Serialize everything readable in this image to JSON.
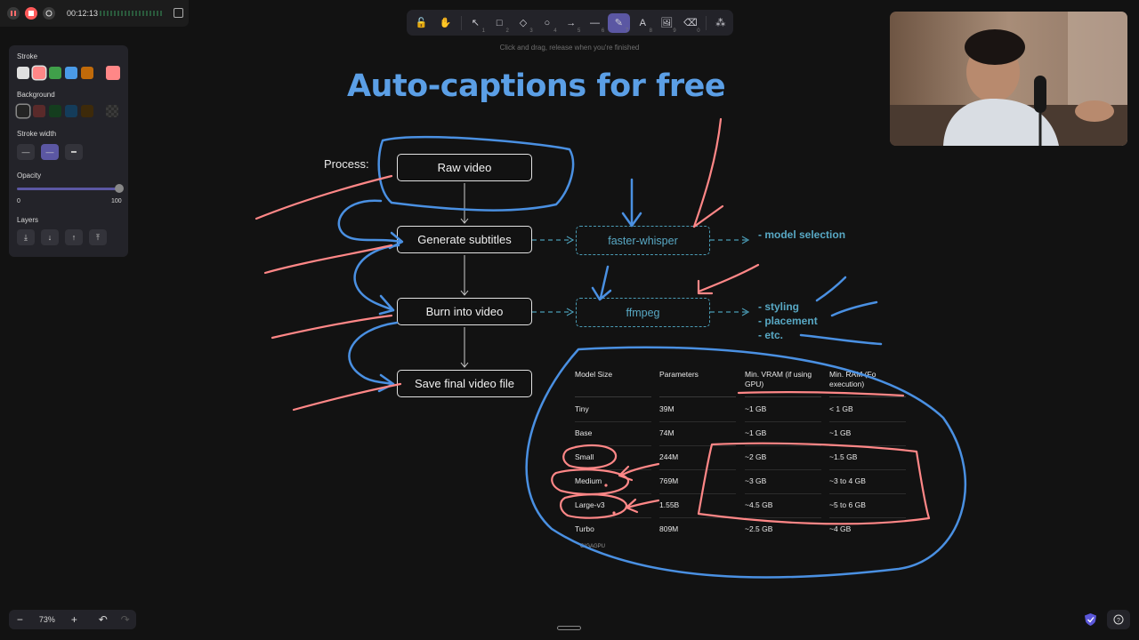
{
  "recorder": {
    "time": "00:12:13"
  },
  "toolbar": {
    "tools": [
      {
        "name": "lock",
        "glyph": "🔓",
        "key": ""
      },
      {
        "name": "hand",
        "glyph": "✋",
        "key": ""
      },
      {
        "name": "select",
        "glyph": "↖",
        "key": "1"
      },
      {
        "name": "rectangle",
        "glyph": "□",
        "key": "2"
      },
      {
        "name": "diamond",
        "glyph": "◇",
        "key": "3"
      },
      {
        "name": "ellipse",
        "glyph": "○",
        "key": "4"
      },
      {
        "name": "arrow",
        "glyph": "→",
        "key": "5"
      },
      {
        "name": "line",
        "glyph": "—",
        "key": "6"
      },
      {
        "name": "draw",
        "glyph": "✎",
        "key": "7"
      },
      {
        "name": "text",
        "glyph": "A",
        "key": "8"
      },
      {
        "name": "image",
        "glyph": "🖼",
        "key": "9"
      },
      {
        "name": "eraser",
        "glyph": "⌫",
        "key": "0"
      },
      {
        "name": "more",
        "glyph": "⁂",
        "key": ""
      }
    ],
    "hint": "Click and drag, release when you're finished"
  },
  "panel": {
    "stroke_label": "Stroke",
    "stroke_colors": [
      "#e0e0e0",
      "#ff8787",
      "#40a04a",
      "#4a9be8",
      "#c06a0a"
    ],
    "stroke_current": "#ff8787",
    "background_label": "Background",
    "background_colors": [
      "#242424",
      "#5a2a2a",
      "#143d1e",
      "#143c5a",
      "#3d2a0a"
    ],
    "stroke_width_label": "Stroke width",
    "opacity_label": "Opacity",
    "opacity_min": "0",
    "opacity_max": "100",
    "opacity_value": 1.0,
    "layers_label": "Layers"
  },
  "canvas": {
    "title": "Auto-captions for free",
    "process_label": "Process:",
    "nodes": {
      "raw": "Raw video",
      "gen": "Generate subtitles",
      "burn": "Burn into video",
      "save": "Save final video file",
      "whisper": "faster-whisper",
      "ffmpeg": "ffmpeg"
    },
    "notes": {
      "model": "- model selection",
      "styling": "- styling",
      "placement": "- placement",
      "etc": "- etc."
    },
    "table": {
      "headers": [
        "Model Size",
        "Parameters",
        "Min. VRAM (if using GPU)",
        "Min. RAM (Fo execution)"
      ],
      "rows": [
        [
          "Tiny",
          "39M",
          "~1 GB",
          "< 1 GB"
        ],
        [
          "Base",
          "74M",
          "~1 GB",
          "~1 GB"
        ],
        [
          "Small",
          "244M",
          "~2 GB",
          "~1.5 GB"
        ],
        [
          "Medium",
          "769M",
          "~3 GB",
          "~3 to 4 GB"
        ],
        [
          "Large-v3",
          "1.55B",
          "~4.5 GB",
          "~5 to 6 GB"
        ],
        [
          "Turbo",
          "809M",
          "~2.5 GB",
          "~4 GB"
        ]
      ],
      "source": "GIGAGPU"
    }
  },
  "zoom": {
    "level": "73%"
  }
}
